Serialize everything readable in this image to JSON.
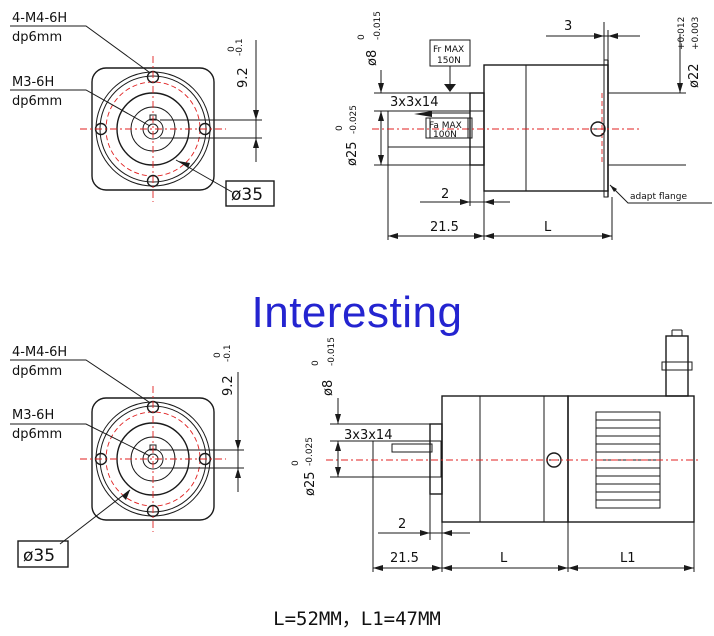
{
  "watermark": "Interesting",
  "spec_note": "L=52MM，L1=47MM",
  "colors": {
    "line": "#1a1a1a",
    "centerline": "#e02020",
    "watermark": "#2424d0"
  },
  "top_front": {
    "callout_mount_1": "4-M4-6H",
    "callout_mount_2": "dp6mm",
    "callout_shaft_1": "M3-6H",
    "callout_shaft_2": "dp6mm",
    "dim_v_main": "9.2",
    "dim_v_tol_up": "0",
    "dim_v_tol_dn": "-0.1",
    "dim_circle": "ø35"
  },
  "top_side": {
    "dim_shaft_main": "ø8",
    "dim_shaft_tol_up": "0",
    "dim_shaft_tol_dn": "-0.015",
    "dim_pilot_main": "ø25",
    "dim_pilot_tol_up": "0",
    "dim_pilot_tol_dn": "-0.025",
    "key": "3x3x14",
    "fr_label": "Fr MAX",
    "fr_value": "150N",
    "fa_label": "Fa MAX",
    "fa_value": "100N",
    "dim_top_3": "3",
    "dim_flange_main": "ø22",
    "dim_flange_tol_up": "+0.012",
    "dim_flange_tol_dn": "+0.003",
    "dim_2": "2",
    "dim_21_5": "21.5",
    "dim_L": "L",
    "adapt_flange": "adapt flange"
  },
  "bottom_front": {
    "callout_mount_1": "4-M4-6H",
    "callout_mount_2": "dp6mm",
    "callout_shaft_1": "M3-6H",
    "callout_shaft_2": "dp6mm",
    "dim_v_main": "9.2",
    "dim_v_tol_up": "0",
    "dim_v_tol_dn": "-0.1",
    "dim_circle": "ø35"
  },
  "bottom_side": {
    "dim_shaft_main": "ø8",
    "dim_shaft_tol_up": "0",
    "dim_shaft_tol_dn": "-0.015",
    "dim_pilot_main": "ø25",
    "dim_pilot_tol_up": "0",
    "dim_pilot_tol_dn": "-0.025",
    "key": "3x3x14",
    "dim_2": "2",
    "dim_21_5": "21.5",
    "dim_L": "L",
    "dim_L1": "L1"
  }
}
